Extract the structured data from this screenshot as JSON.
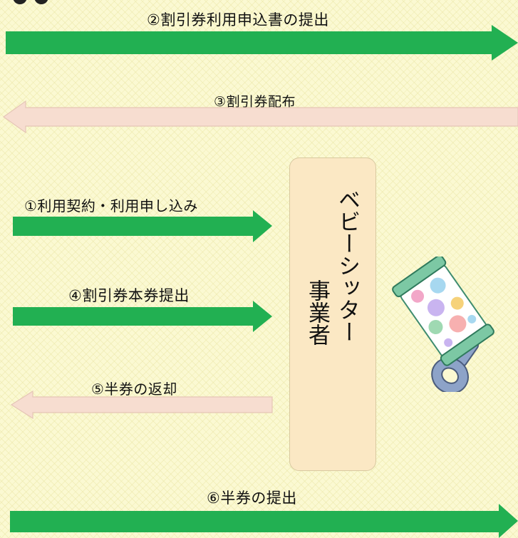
{
  "arrows": {
    "step2": "②割引券利用申込書の提出",
    "step3": "③割引券配布",
    "step1": "①利用契約・利用申し込み",
    "step4": "④割引券本券提出",
    "step5": "⑤半券の返却",
    "step6": "⑥半券の提出"
  },
  "company": {
    "line1": "ベビーシッター",
    "line2": "事業者"
  },
  "colors": {
    "background": "#fbf9d2",
    "arrow_green": "#22b052",
    "arrow_pink": "#f7ddd0",
    "company_box": "#fbe8c4"
  },
  "icons": {
    "toy": "baby-rattle-icon"
  }
}
